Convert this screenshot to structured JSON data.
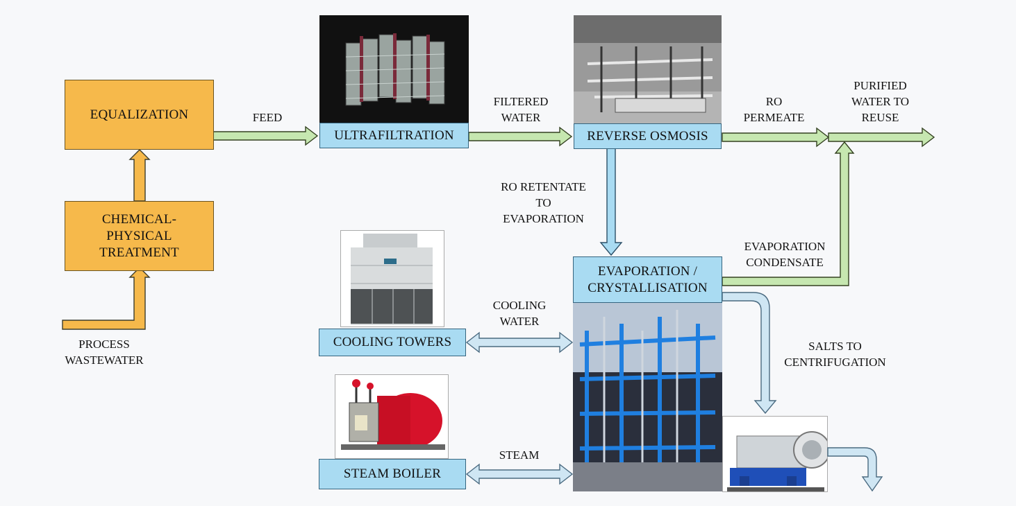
{
  "units": {
    "equalization": "EQUALIZATION",
    "chemical_physical": "CHEMICAL-\nPHYSICAL\nTREATMENT",
    "ultrafiltration": "ULTRAFILTRATION",
    "reverse_osmosis": "REVERSE OSMOSIS",
    "evaporation": "EVAPORATION /\nCRYSTALLISATION",
    "cooling_towers": "COOLING TOWERS",
    "steam_boiler": "STEAM BOILER"
  },
  "streams": {
    "process_wastewater": "PROCESS\nWASTEWATER",
    "feed": "FEED",
    "filtered_water": "FILTERED\nWATER",
    "ro_permeate": "RO\nPERMEATE",
    "purified_water": "PURIFIED\nWATER TO\nREUSE",
    "ro_retentate": "RO RETENTATE\nTO\nEVAPORATION",
    "evaporation_condensate": "EVAPORATION\nCONDENSATE",
    "cooling_water": "COOLING\nWATER",
    "steam": "STEAM",
    "salts": "SALTS TO\nCENTRIFUGATION"
  },
  "colors": {
    "treatment_box": "#f6b94b",
    "process_box": "#a9dbf2",
    "wastewater_arrow": "#f6b94b",
    "water_arrow": "#c6e7b0",
    "retentate_arrow": "#a9dbf2",
    "utility_arrow": "#cfe6f3"
  }
}
